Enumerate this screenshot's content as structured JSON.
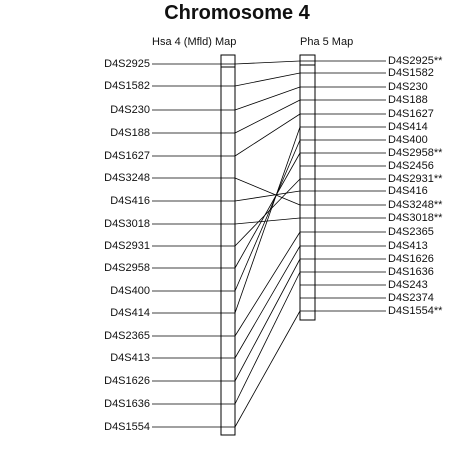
{
  "title": "Chromosome 4",
  "left_map": {
    "heading": "Hsa 4 (Mfld) Map",
    "markers": [
      "D4S2925",
      "D4S1582",
      "D4S230",
      "D4S188",
      "D4S1627",
      "D4S3248",
      "D4S416",
      "D4S3018",
      "D4S2931",
      "D4S2958",
      "D4S400",
      "D4S414",
      "D4S2365",
      "D4S413",
      "D4S1626",
      "D4S1636",
      "D4S1554"
    ]
  },
  "right_map": {
    "heading": "Pha 5 Map",
    "markers": [
      "D4S2925**",
      "D4S1582",
      "D4S230",
      "D4S188",
      "D4S1627",
      "D4S414",
      "D4S400",
      "D4S2958**",
      "D4S2456",
      "D4S2931**",
      "D4S416",
      "D4S3248**",
      "D4S3018**",
      "D4S2365",
      "D4S413",
      "D4S1626",
      "D4S1636",
      "D4S243",
      "D4S2374",
      "D4S1554**"
    ]
  },
  "links": [
    [
      "D4S2925",
      "D4S2925**"
    ],
    [
      "D4S1582",
      "D4S1582"
    ],
    [
      "D4S230",
      "D4S230"
    ],
    [
      "D4S188",
      "D4S188"
    ],
    [
      "D4S1627",
      "D4S1627"
    ],
    [
      "D4S3248",
      "D4S3248**"
    ],
    [
      "D4S416",
      "D4S416"
    ],
    [
      "D4S3018",
      "D4S3018**"
    ],
    [
      "D4S2931",
      "D4S2931**"
    ],
    [
      "D4S2958",
      "D4S2958**"
    ],
    [
      "D4S400",
      "D4S400"
    ],
    [
      "D4S414",
      "D4S414"
    ],
    [
      "D4S2365",
      "D4S2365"
    ],
    [
      "D4S413",
      "D4S413"
    ],
    [
      "D4S1626",
      "D4S1626"
    ],
    [
      "D4S1636",
      "D4S1636"
    ],
    [
      "D4S1554",
      "D4S1554**"
    ]
  ]
}
